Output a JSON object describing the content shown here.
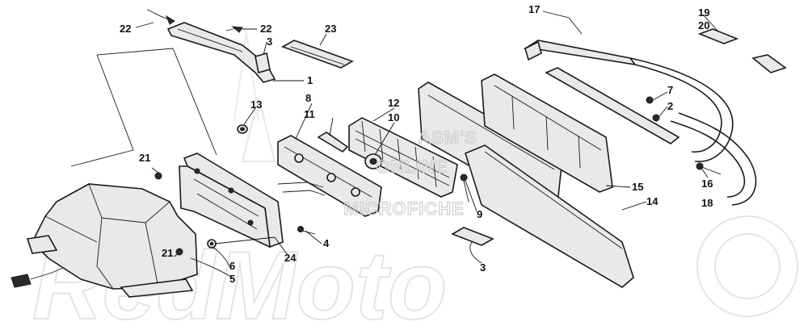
{
  "watermark": {
    "line1": "ASM'S",
    "line2": "ONLINE",
    "line3": "MICROFICHE",
    "brand": "RedMoto"
  },
  "callouts": [
    {
      "id": "c-22a",
      "label": "22"
    },
    {
      "id": "c-22b",
      "label": "22"
    },
    {
      "id": "c-3a",
      "label": "3"
    },
    {
      "id": "c-23",
      "label": "23"
    },
    {
      "id": "c-1",
      "label": "1"
    },
    {
      "id": "c-17",
      "label": "17"
    },
    {
      "id": "c-19",
      "label": "19"
    },
    {
      "id": "c-20",
      "label": "20"
    },
    {
      "id": "c-13",
      "label": "13"
    },
    {
      "id": "c-8",
      "label": "8"
    },
    {
      "id": "c-11",
      "label": "11"
    },
    {
      "id": "c-12",
      "label": "12"
    },
    {
      "id": "c-10",
      "label": "10"
    },
    {
      "id": "c-7",
      "label": "7"
    },
    {
      "id": "c-2",
      "label": "2"
    },
    {
      "id": "c-21a",
      "label": "21"
    },
    {
      "id": "c-9",
      "label": "9"
    },
    {
      "id": "c-15",
      "label": "15"
    },
    {
      "id": "c-14",
      "label": "14"
    },
    {
      "id": "c-16",
      "label": "16"
    },
    {
      "id": "c-18",
      "label": "18"
    },
    {
      "id": "c-4",
      "label": "4"
    },
    {
      "id": "c-24",
      "label": "24"
    },
    {
      "id": "c-21b",
      "label": "21"
    },
    {
      "id": "c-6",
      "label": "6"
    },
    {
      "id": "c-5",
      "label": "5"
    },
    {
      "id": "c-3b",
      "label": "3"
    }
  ]
}
